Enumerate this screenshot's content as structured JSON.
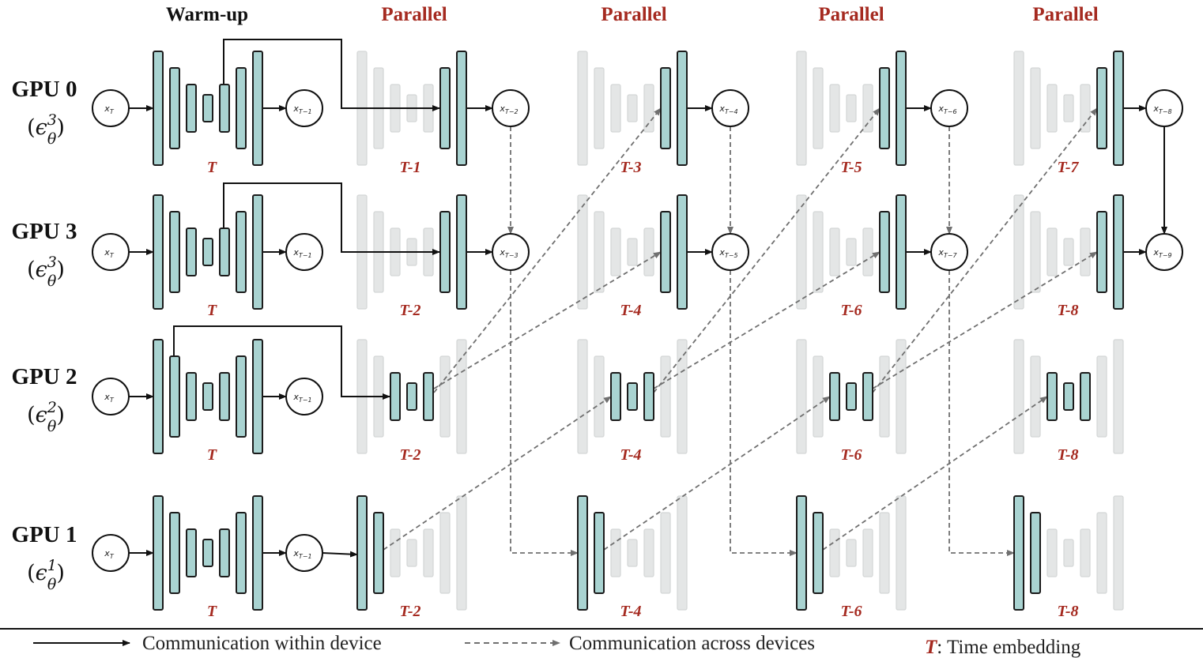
{
  "headers": {
    "warmup": "Warm-up",
    "parallel": "Parallel"
  },
  "gpus": [
    {
      "label": "GPU 0",
      "eps_sup": "3"
    },
    {
      "label": "GPU 3",
      "eps_sup": "3"
    },
    {
      "label": "GPU 2",
      "eps_sup": "2"
    },
    {
      "label": "GPU 1",
      "eps_sup": "1"
    }
  ],
  "epsilon": {
    "symbol": "ϵ",
    "sub": "θ"
  },
  "timestep_labels": [
    [
      "T",
      "T-1",
      "T-3",
      "T-5",
      "T-7"
    ],
    [
      "T",
      "T-2",
      "T-4",
      "T-6",
      "T-8"
    ],
    [
      "T",
      "T-2",
      "T-4",
      "T-6",
      "T-8"
    ],
    [
      "T",
      "T-2",
      "T-4",
      "T-6",
      "T-8"
    ]
  ],
  "nodes": {
    "xT": "T",
    "gpu0": [
      "T−1",
      "T−2",
      "T−4",
      "T−6",
      "T−8"
    ],
    "gpu3": [
      "T−1",
      "T−3",
      "T−5",
      "T−7",
      "T−9"
    ],
    "gpu2": [
      "T−1"
    ],
    "gpu1": [
      "T−1"
    ]
  },
  "legend": {
    "within": "Communication within device",
    "across": "Communication across devices",
    "time_symbol": "T",
    "time_text": ": Time embedding"
  },
  "colors": {
    "block": "#a9d3d1",
    "faded": "#e4e6e6",
    "accent": "#a52a20",
    "dashed": "#707070"
  }
}
